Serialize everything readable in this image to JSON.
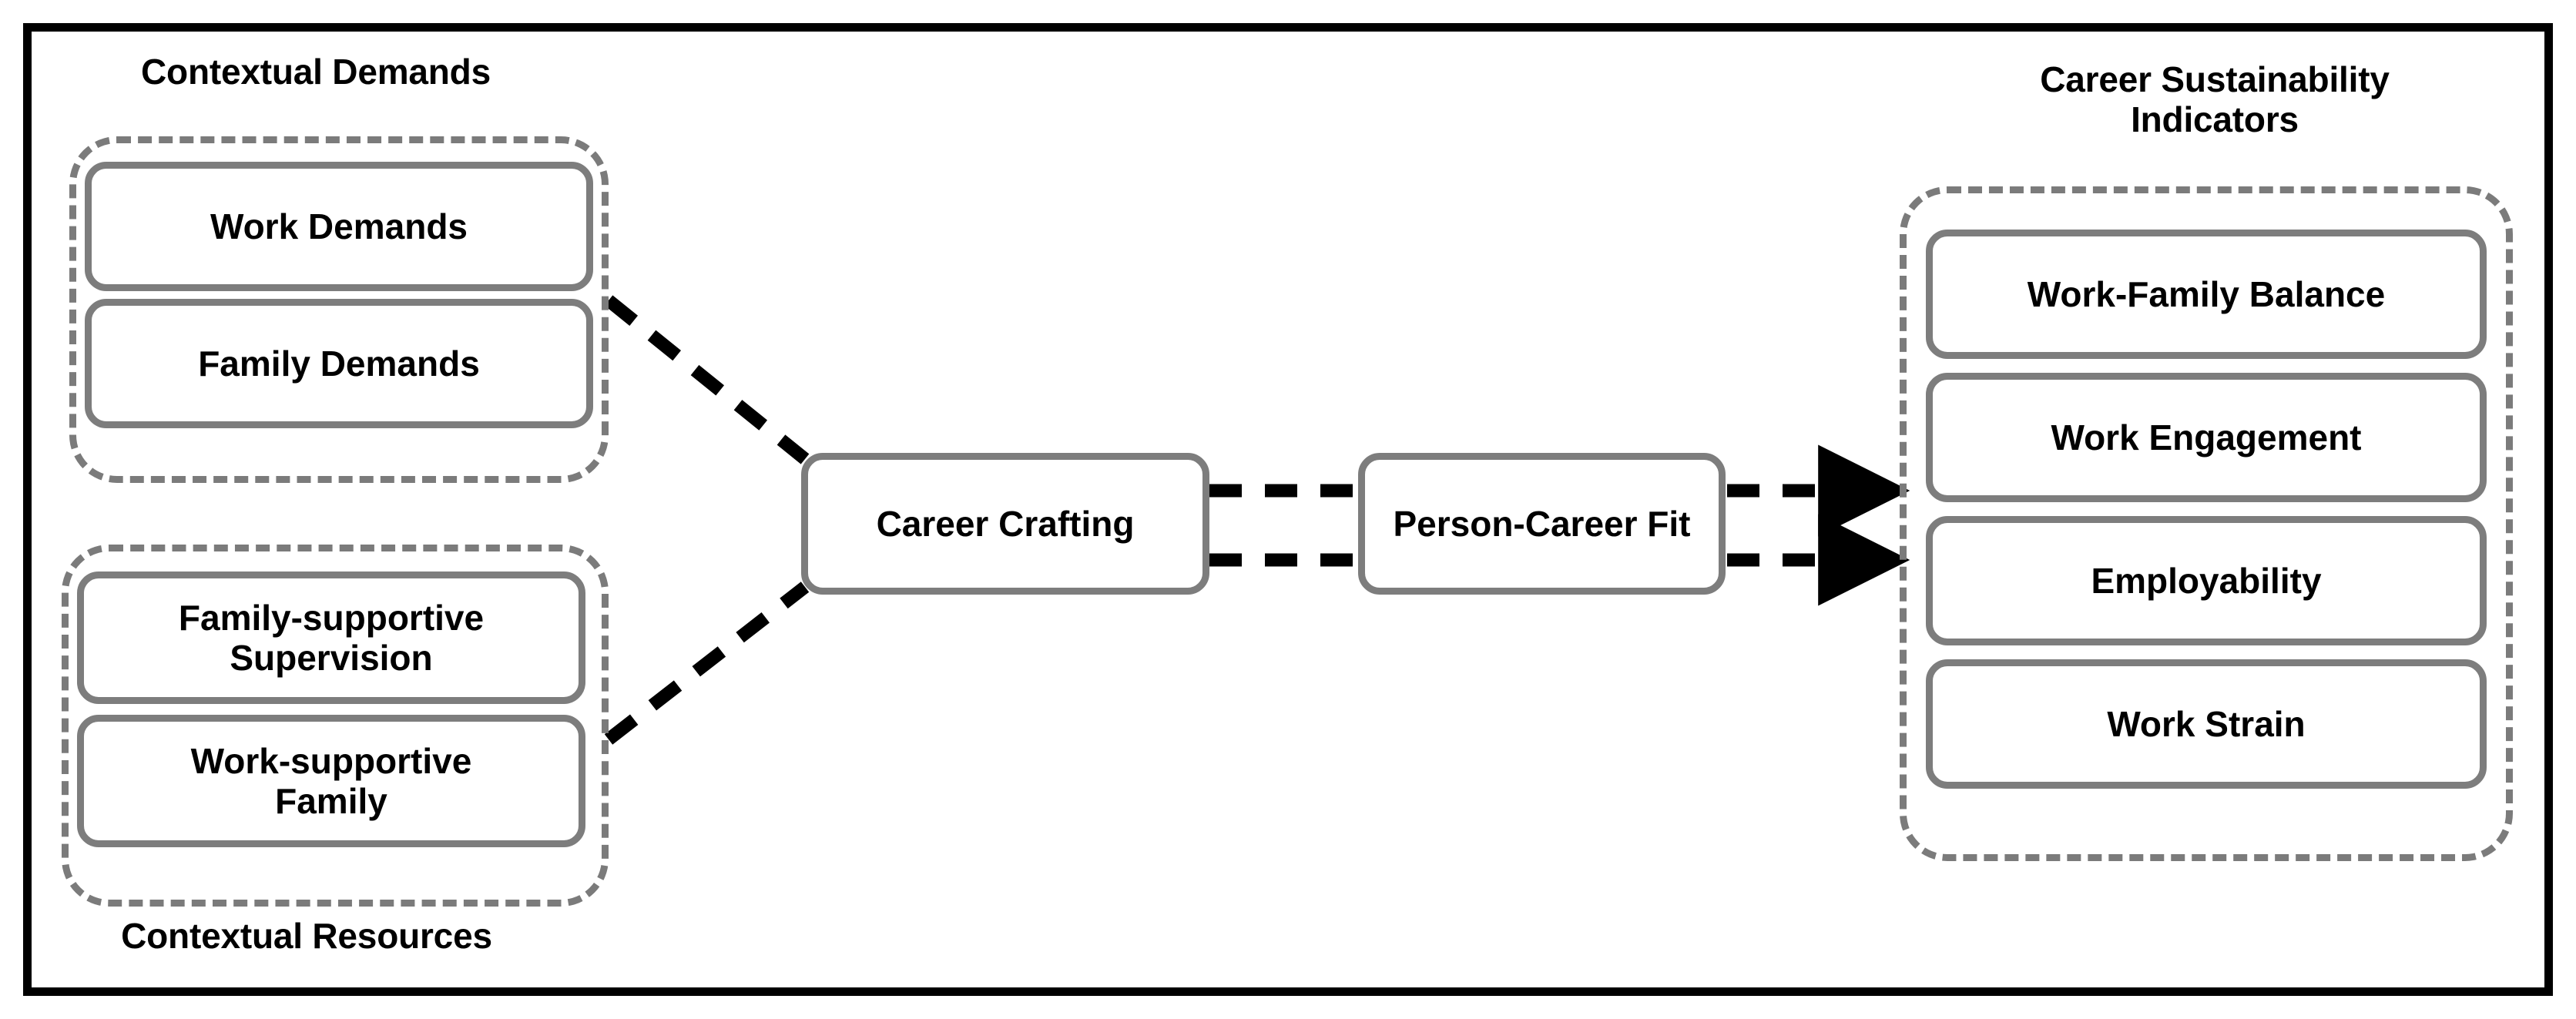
{
  "figure": {
    "kind": "conceptual-model-diagram",
    "background": "#ffffff",
    "frame_color": "#000000",
    "box_border_color": "#7d7d7d",
    "group_border_color": "#7b7b7b",
    "connector_color": "#000000"
  },
  "groups": {
    "contextual_demands": {
      "title": "Contextual Demands",
      "title_position": "above",
      "items": [
        {
          "label": "Work Demands"
        },
        {
          "label": "Family Demands"
        }
      ]
    },
    "contextual_resources": {
      "title": "Contextual Resources",
      "title_position": "below",
      "items": [
        {
          "label": "Family-supportive\nSupervision"
        },
        {
          "label": "Work-supportive\nFamily"
        }
      ]
    },
    "career_sustainability_indicators": {
      "title": "Career Sustainability\nIndicators",
      "title_position": "above",
      "items": [
        {
          "label": "Work-Family Balance"
        },
        {
          "label": "Work Engagement"
        },
        {
          "label": "Employability"
        },
        {
          "label": "Work Strain"
        }
      ]
    }
  },
  "center": {
    "career_crafting": {
      "label": "Career Crafting"
    },
    "person_career_fit": {
      "label": "Person-Career Fit"
    }
  },
  "connectors": [
    {
      "name": "demands-to-career-crafting",
      "from": "contextual_demands",
      "to": "career_crafting",
      "style": "dashed",
      "arrowhead": false
    },
    {
      "name": "resources-to-career-crafting",
      "from": "contextual_resources",
      "to": "career_crafting",
      "style": "dashed",
      "arrowhead": false
    },
    {
      "name": "career-crafting-to-person-career-fit-upper",
      "from": "career_crafting",
      "to": "person_career_fit",
      "style": "dashed",
      "arrowhead": false
    },
    {
      "name": "career-crafting-to-person-career-fit-lower",
      "from": "career_crafting",
      "to": "person_career_fit",
      "style": "dashed",
      "arrowhead": false
    },
    {
      "name": "person-career-fit-to-indicators-upper",
      "from": "person_career_fit",
      "to": "career_sustainability_indicators",
      "style": "dashed",
      "arrowhead": true
    },
    {
      "name": "person-career-fit-to-indicators-lower",
      "from": "person_career_fit",
      "to": "career_sustainability_indicators",
      "style": "dashed",
      "arrowhead": true
    }
  ]
}
